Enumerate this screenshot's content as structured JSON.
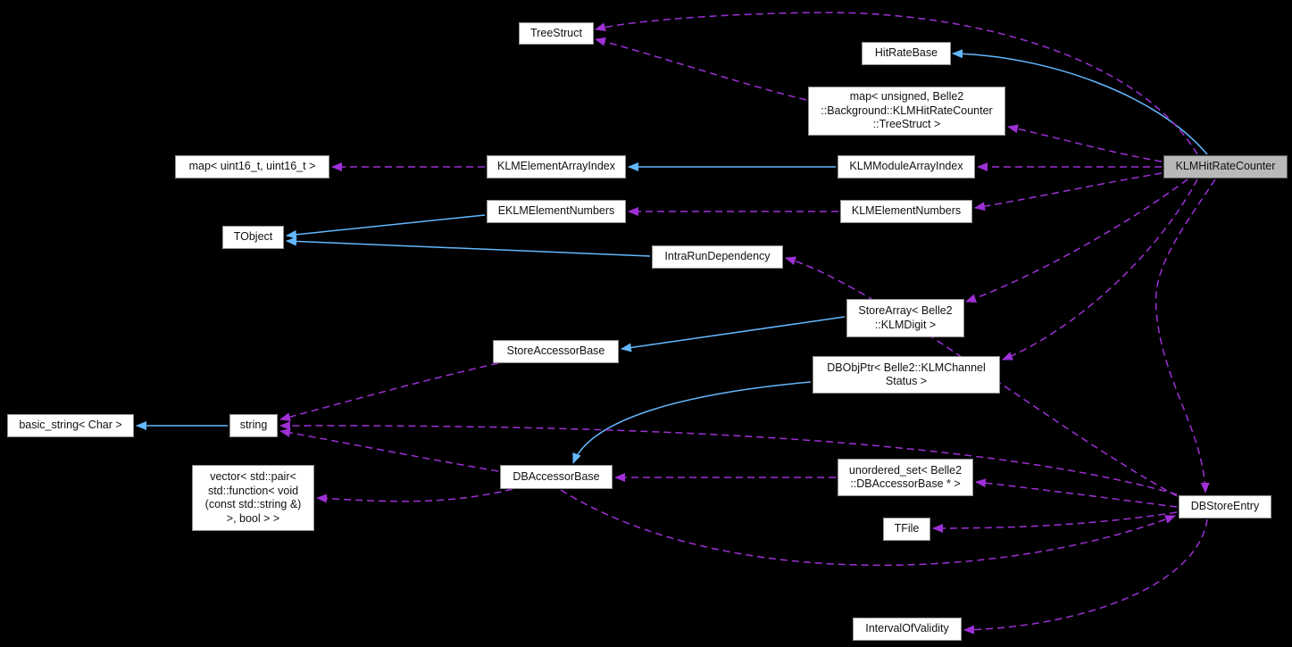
{
  "diagram": {
    "type": "doxygen-collaboration-graph",
    "subject": "KLMHitRateCounter",
    "colors": {
      "background": "#000000",
      "node_fill": "#ffffff",
      "node_border": "#909090",
      "node_text": "#111111",
      "current_node_fill": "#b9b9b9",
      "current_node_border": "#5f5f5f",
      "usage_edge": "#9e30d6",
      "inheritance_edge": "#63b8ff"
    },
    "edge_legend": {
      "usage": "dashed purple arrow (member / template usage)",
      "inheritance": "solid blue arrow (public inheritance)"
    }
  },
  "nodes": [
    {
      "id": "treestruct",
      "label": "TreeStruct"
    },
    {
      "id": "hitratebase",
      "label": "HitRateBase"
    },
    {
      "id": "map-unsigned-treestruct",
      "lines": [
        "map< unsigned, Belle2",
        "::Background::KLMHitRateCounter",
        "::TreeStruct >"
      ]
    },
    {
      "id": "map-uint16",
      "label": "map< uint16_t, uint16_t >"
    },
    {
      "id": "klmelementarrayindex",
      "label": "KLMElementArrayIndex"
    },
    {
      "id": "klmmodulearrayindex",
      "label": "KLMModuleArrayIndex"
    },
    {
      "id": "eklmelementnumbers",
      "label": "EKLMElementNumbers"
    },
    {
      "id": "klmelementnumbers",
      "label": "KLMElementNumbers"
    },
    {
      "id": "tobject",
      "label": "TObject"
    },
    {
      "id": "intrarundependency",
      "label": "IntraRunDependency"
    },
    {
      "id": "klmhitratecounter",
      "label": "KLMHitRateCounter",
      "current": true
    },
    {
      "id": "storearray-klmdigit",
      "lines": [
        "StoreArray< Belle2",
        "::KLMDigit >"
      ]
    },
    {
      "id": "storeaccessorbase",
      "label": "StoreAccessorBase"
    },
    {
      "id": "dbobjptr-klmchannelstatus",
      "lines": [
        "DBObjPtr< Belle2::KLMChannel",
        "Status >"
      ]
    },
    {
      "id": "basic-string-char",
      "label": "basic_string< Char >"
    },
    {
      "id": "string",
      "label": "string"
    },
    {
      "id": "vector-pair-function",
      "lines": [
        "vector< std::pair<",
        "std::function< void",
        "(const std::string &)",
        ">, bool > >"
      ]
    },
    {
      "id": "dbaccessorbase",
      "label": "DBAccessorBase"
    },
    {
      "id": "unordered-set-dbaccessorbase",
      "lines": [
        "unordered_set< Belle2",
        "::DBAccessorBase * >"
      ]
    },
    {
      "id": "tfile",
      "label": "TFile"
    },
    {
      "id": "dbstoreentry",
      "label": "DBStoreEntry"
    },
    {
      "id": "intervalofvalidity",
      "label": "IntervalOfValidity"
    }
  ],
  "edges": [
    {
      "from": "KLMHitRateCounter",
      "to": "HitRateBase",
      "type": "inheritance"
    },
    {
      "from": "KLMModuleArrayIndex",
      "to": "KLMElementArrayIndex",
      "type": "inheritance"
    },
    {
      "from": "EKLMElementNumbers",
      "to": "TObject",
      "type": "inheritance"
    },
    {
      "from": "IntraRunDependency",
      "to": "TObject",
      "type": "inheritance"
    },
    {
      "from": "StoreArray< Belle2::KLMDigit >",
      "to": "StoreAccessorBase",
      "type": "inheritance"
    },
    {
      "from": "DBObjPtr< Belle2::KLMChannelStatus >",
      "to": "DBAccessorBase",
      "type": "inheritance"
    },
    {
      "from": "string",
      "to": "basic_string< Char >",
      "type": "inheritance"
    },
    {
      "from": "KLMHitRateCounter",
      "to": "TreeStruct",
      "type": "usage"
    },
    {
      "from": "map< unsigned, Belle2::Background::KLMHitRateCounter::TreeStruct >",
      "to": "TreeStruct",
      "type": "usage"
    },
    {
      "from": "KLMHitRateCounter",
      "to": "map< unsigned, Belle2::Background::KLMHitRateCounter::TreeStruct >",
      "type": "usage"
    },
    {
      "from": "KLMHitRateCounter",
      "to": "KLMModuleArrayIndex",
      "type": "usage"
    },
    {
      "from": "KLMHitRateCounter",
      "to": "KLMElementNumbers",
      "type": "usage"
    },
    {
      "from": "KLMElementNumbers",
      "to": "EKLMElementNumbers",
      "type": "usage"
    },
    {
      "from": "KLMElementArrayIndex",
      "to": "map< uint16_t, uint16_t >",
      "type": "usage"
    },
    {
      "from": "KLMHitRateCounter",
      "to": "StoreArray< Belle2::KLMDigit >",
      "type": "usage"
    },
    {
      "from": "KLMHitRateCounter",
      "to": "DBObjPtr< Belle2::KLMChannelStatus >",
      "type": "usage"
    },
    {
      "from": "DBStoreEntry",
      "to": "IntraRunDependency",
      "type": "usage"
    },
    {
      "from": "StoreAccessorBase",
      "to": "string",
      "type": "usage"
    },
    {
      "from": "DBAccessorBase",
      "to": "string",
      "type": "usage"
    },
    {
      "from": "DBStoreEntry",
      "to": "string",
      "type": "usage"
    },
    {
      "from": "DBAccessorBase",
      "to": "vector< std::pair< std::function< void (const std::string &) >, bool > >",
      "type": "usage"
    },
    {
      "from": "unordered_set< Belle2::DBAccessorBase * >",
      "to": "DBAccessorBase",
      "type": "usage"
    },
    {
      "from": "DBStoreEntry",
      "to": "unordered_set< Belle2::DBAccessorBase * >",
      "type": "usage"
    },
    {
      "from": "DBStoreEntry",
      "to": "TFile",
      "type": "usage"
    },
    {
      "from": "DBAccessorBase",
      "to": "DBStoreEntry",
      "type": "usage"
    },
    {
      "from": "DBStoreEntry",
      "to": "IntervalOfValidity",
      "type": "usage"
    },
    {
      "from": "KLMHitRateCounter",
      "to": "DBStoreEntry",
      "type": "usage"
    }
  ]
}
